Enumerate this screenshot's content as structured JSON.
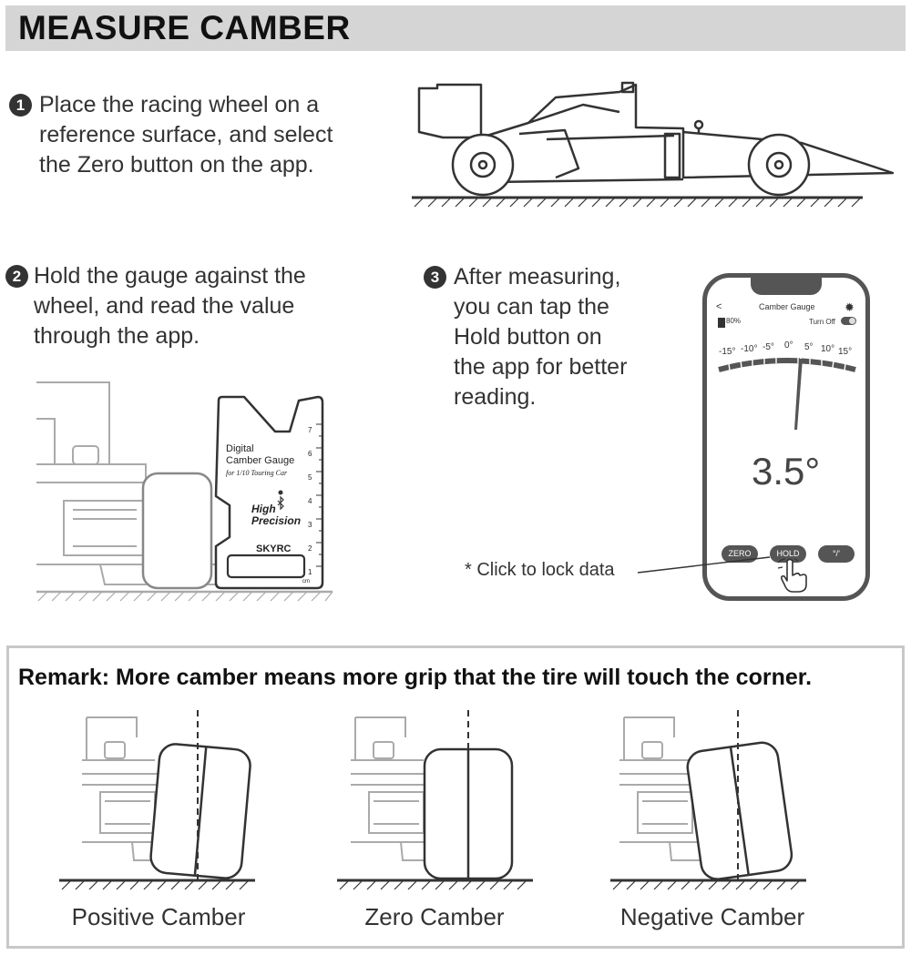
{
  "title": "MEASURE CAMBER",
  "steps": [
    {
      "num": "1",
      "lines": [
        "Place the racing wheel on a",
        "reference surface, and select",
        "the Zero button on the app."
      ]
    },
    {
      "num": "2",
      "lines": [
        "Hold the gauge against the",
        "wheel, and read the value",
        "through the app."
      ]
    },
    {
      "num": "3",
      "lines": [
        "After measuring,",
        "you can tap the",
        "Hold button on",
        "the app for better",
        "reading."
      ]
    }
  ],
  "gauge_card": {
    "line1": "Digital",
    "line2": "Camber Gauge",
    "line3": "for 1/10 Touring Car",
    "precision1": "High",
    "precision2": "Precision",
    "brand": "SKYRC",
    "unit": "cm",
    "ruler_numbers": [
      "7",
      "6",
      "5",
      "4",
      "3",
      "2",
      "1"
    ]
  },
  "phone": {
    "back": "<",
    "title": "Camber Gauge",
    "battery": "80%",
    "toggle_label": "Turn Off",
    "scale_labels": [
      "-15°",
      "-10°",
      "-5°",
      "0°",
      "5°",
      "10°",
      "15°"
    ],
    "reading": "3.5°",
    "buttons": {
      "zero": "ZERO",
      "hold": "HOLD",
      "unit": "°/’"
    },
    "accent": "#555555"
  },
  "note": "* Click to lock data",
  "remark": "Remark: More camber means more grip that the tire will touch the corner.",
  "captions": [
    "Positive Camber",
    "Zero Camber",
    "Negative Camber"
  ]
}
